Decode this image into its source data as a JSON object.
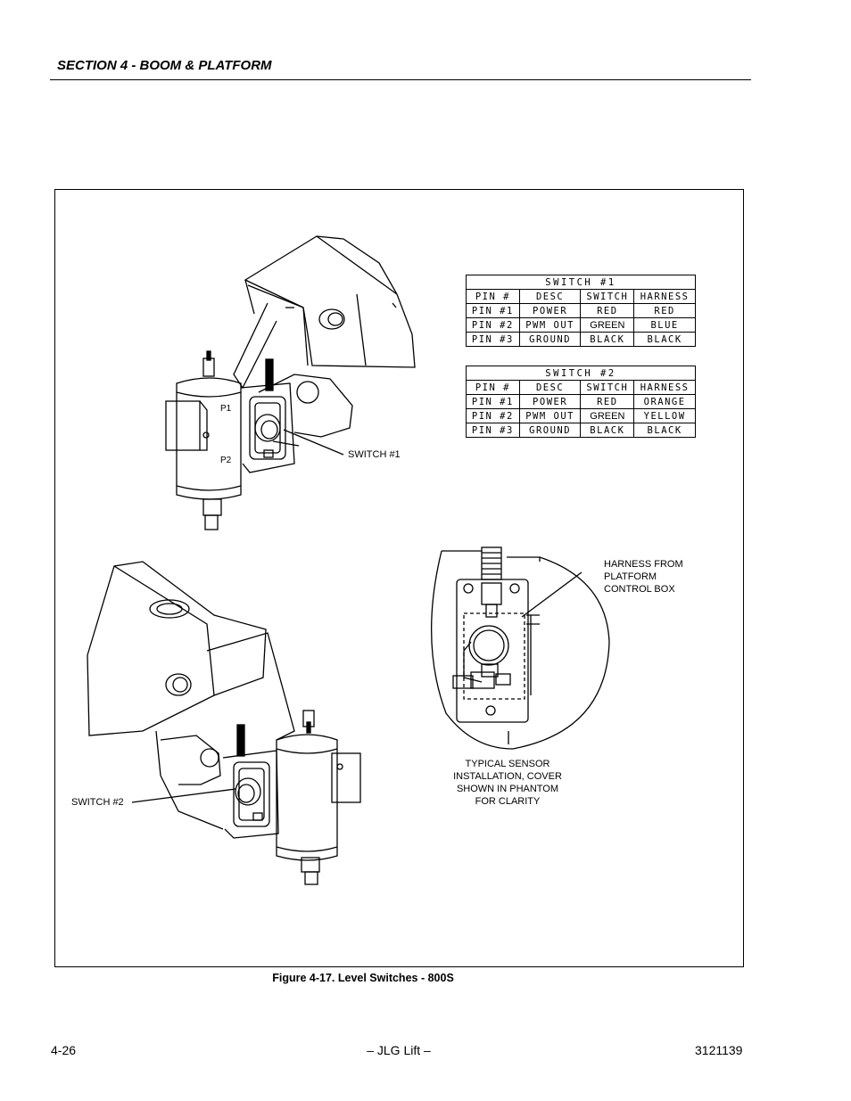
{
  "header": {
    "section_title": "SECTION 4 - BOOM & PLATFORM"
  },
  "tables": [
    {
      "title": "SWITCH #1",
      "columns": [
        "PIN #",
        "DESC",
        "SWITCH",
        "HARNESS"
      ],
      "rows": [
        [
          "PIN #1",
          "POWER",
          "RED",
          "RED"
        ],
        [
          "PIN #2",
          "PWM OUT",
          "GREEN",
          "BLUE"
        ],
        [
          "PIN #3",
          "GROUND",
          "BLACK",
          "BLACK"
        ]
      ]
    },
    {
      "title": "SWITCH #2",
      "columns": [
        "PIN #",
        "DESC",
        "SWITCH",
        "HARNESS"
      ],
      "rows": [
        [
          "PIN #1",
          "POWER",
          "RED",
          "ORANGE"
        ],
        [
          "PIN #2",
          "PWM OUT",
          "GREEN",
          "YELLOW"
        ],
        [
          "PIN #3",
          "GROUND",
          "BLACK",
          "BLACK"
        ]
      ]
    }
  ],
  "labels": {
    "switch1": "SWITCH #1",
    "switch2": "SWITCH #2",
    "harness": "HARNESS FROM\nPLATFORM\nCONTROL BOX",
    "typical": "TYPICAL SENSOR\nINSTALLATION, COVER\nSHOWN IN PHANTOM\nFOR CLARITY",
    "p1": "P1",
    "p2": "P2"
  },
  "caption": "Figure 4-17.  Level Switches - 800S",
  "footer": {
    "page": "4-26",
    "brand": "– JLG Lift –",
    "doc_number": "3121139"
  }
}
